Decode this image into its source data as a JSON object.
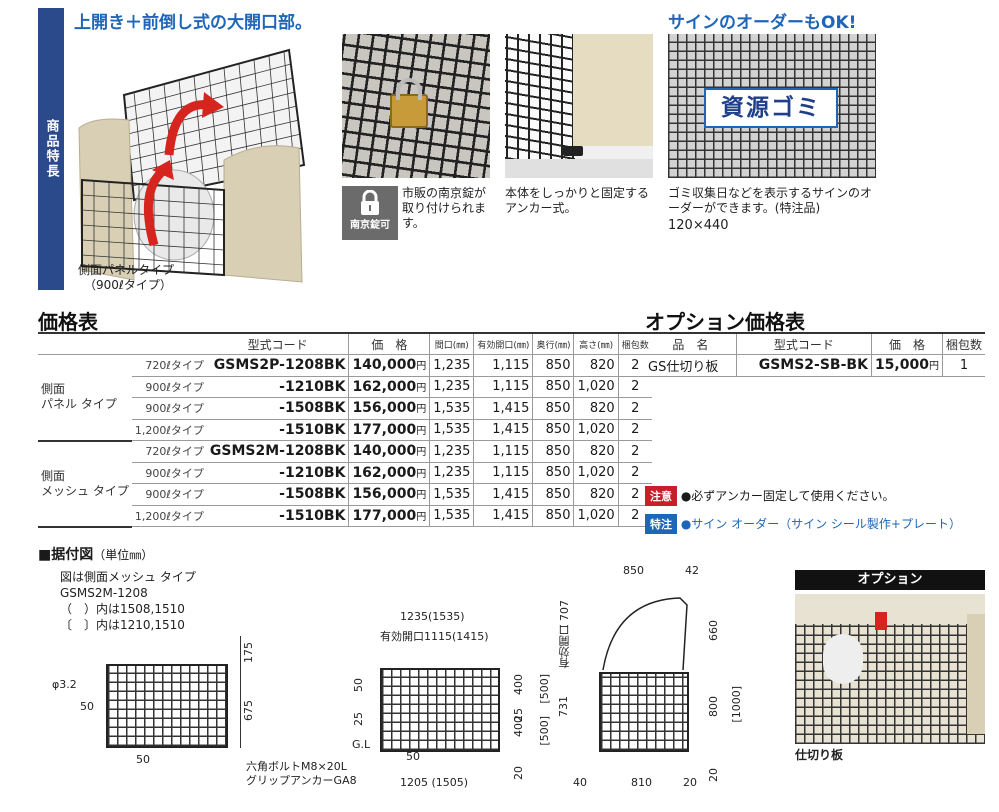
{
  "features": {
    "side_tab": "商品特長",
    "headline_left": "上開き＋前倒し式の大開口部。",
    "headline_right": "サインのオーダーもOK!",
    "main_caption_1": "側面パネルタイプ",
    "main_caption_2": "（900ℓタイプ）",
    "lock_icon_label": "南京錠可",
    "lock_caption": "市販の南京錠が取り付けられます。",
    "anchor_caption": "本体をしっかりと固定するアンカー式。",
    "sign_text": "資源ゴミ",
    "sign_caption": "ゴミ収集日などを表示するサインのオーダーができます。(特注品)",
    "sign_size": "120×440"
  },
  "price_table": {
    "title": "価格表",
    "headers": [
      "型式コード",
      "価　格",
      "間口(㎜)",
      "有効開口(㎜)",
      "奥行(㎜)",
      "高さ(㎜)",
      "梱包数"
    ],
    "groups": [
      {
        "label_1": "側面",
        "label_2": "パネル タイプ",
        "rows": [
          {
            "type": "720ℓタイプ",
            "code": "GSMS2P-1208BK",
            "price": "140,000",
            "unit": "円",
            "width": "1,235",
            "opening": "1,115",
            "depth": "850",
            "height": "820",
            "pack": "2"
          },
          {
            "type": "900ℓタイプ",
            "code": "-1210BK",
            "price": "162,000",
            "unit": "円",
            "width": "1,235",
            "opening": "1,115",
            "depth": "850",
            "height": "1,020",
            "pack": "2"
          },
          {
            "type": "900ℓタイプ",
            "code": "-1508BK",
            "price": "156,000",
            "unit": "円",
            "width": "1,535",
            "opening": "1,415",
            "depth": "850",
            "height": "820",
            "pack": "2"
          },
          {
            "type": "1,200ℓタイプ",
            "code": "-1510BK",
            "price": "177,000",
            "unit": "円",
            "width": "1,535",
            "opening": "1,415",
            "depth": "850",
            "height": "1,020",
            "pack": "2"
          }
        ]
      },
      {
        "label_1": "側面",
        "label_2": "メッシュ タイプ",
        "rows": [
          {
            "type": "720ℓタイプ",
            "code": "GSMS2M-1208BK",
            "price": "140,000",
            "unit": "円",
            "width": "1,235",
            "opening": "1,115",
            "depth": "850",
            "height": "820",
            "pack": "2"
          },
          {
            "type": "900ℓタイプ",
            "code": "-1210BK",
            "price": "162,000",
            "unit": "円",
            "width": "1,235",
            "opening": "1,115",
            "depth": "850",
            "height": "1,020",
            "pack": "2"
          },
          {
            "type": "900ℓタイプ",
            "code": "-1508BK",
            "price": "156,000",
            "unit": "円",
            "width": "1,535",
            "opening": "1,415",
            "depth": "850",
            "height": "820",
            "pack": "2"
          },
          {
            "type": "1,200ℓタイプ",
            "code": "-1510BK",
            "price": "177,000",
            "unit": "円",
            "width": "1,535",
            "opening": "1,415",
            "depth": "850",
            "height": "1,020",
            "pack": "2"
          }
        ]
      }
    ]
  },
  "option_table": {
    "title": "オプション価格表",
    "headers": [
      "品　名",
      "型式コード",
      "価　格",
      "梱包数"
    ],
    "rows": [
      {
        "name": "GS仕切り板",
        "code": "GSMS2-SB-BK",
        "price": "15,000",
        "unit": "円",
        "pack": "1"
      }
    ]
  },
  "notes": {
    "caution_badge": "注意",
    "caution_text": "●必ずアンカー固定して使用ください。",
    "special_badge": "特注",
    "special_text": "●サイン オーダー（サイン シール製作+プレート）"
  },
  "installation": {
    "title": "■据付図",
    "unit": "（単位㎜）",
    "note_1": "図は側面メッシュ タイプ",
    "note_2": "GSMS2M-1208",
    "note_3": "（　）内は1508,1510",
    "note_4": "〔　〕内は1210,1510",
    "dims_left": {
      "d175": "175",
      "d675": "675",
      "d50": "50",
      "phi": "φ3.2",
      "d50b": "50",
      "bolt_1": "六角ボルトM8×20L",
      "bolt_2": "グリップアンカーGA8"
    },
    "dims_front": {
      "total": "1235(1535)",
      "opening": "有効開口1115(1415)",
      "h50": "50",
      "h25": "25",
      "gl": "G.L",
      "h400a": "400",
      "h400b": "400",
      "h500a": "[500]",
      "h500b": "[500]",
      "h25b": "25",
      "h20": "20",
      "d50": "50",
      "base": "1205 (1505)"
    },
    "dims_side": {
      "d850": "850",
      "d42": "42",
      "d660": "660",
      "opening_707": "有効開口 707",
      "d731": "731",
      "d800": "800",
      "d1000": "[1000]",
      "d20": "20",
      "d40": "40",
      "d810": "810",
      "d20b": "20"
    }
  },
  "option_photo": {
    "label": "オプション",
    "caption": "仕切り板"
  }
}
